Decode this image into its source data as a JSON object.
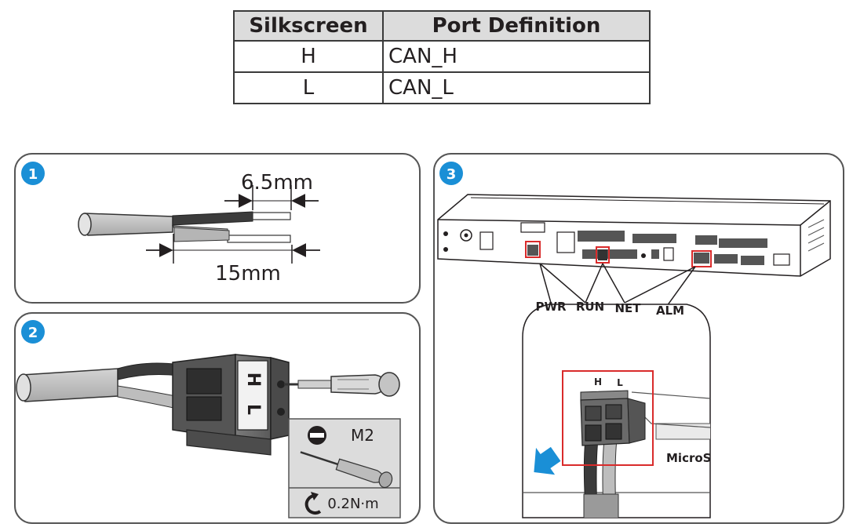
{
  "table": {
    "headers": [
      "Silkscreen",
      "Port Definition"
    ],
    "rows": [
      {
        "silkscreen": "H",
        "definition": "CAN_H"
      },
      {
        "silkscreen": "L",
        "definition": "CAN_L"
      }
    ]
  },
  "step1": {
    "badge": "1",
    "short_strip": "6.5mm",
    "long_strip": "15mm"
  },
  "step2": {
    "badge": "2",
    "block_labels": [
      "H",
      "L"
    ],
    "tool_size": "M2",
    "torque": "0.2N·m"
  },
  "step3": {
    "badge": "3",
    "ports": [
      "PWR",
      "RUN",
      "NET",
      "ALM"
    ],
    "pin_labels": [
      "H",
      "L"
    ],
    "slot_label": "MicroSD"
  },
  "colors": {
    "badge": "#1a8fd6",
    "callout": "#d92b2b",
    "arrow": "#1a8fd6",
    "panel_border": "#555555",
    "terminal": "#6b6b6b"
  }
}
